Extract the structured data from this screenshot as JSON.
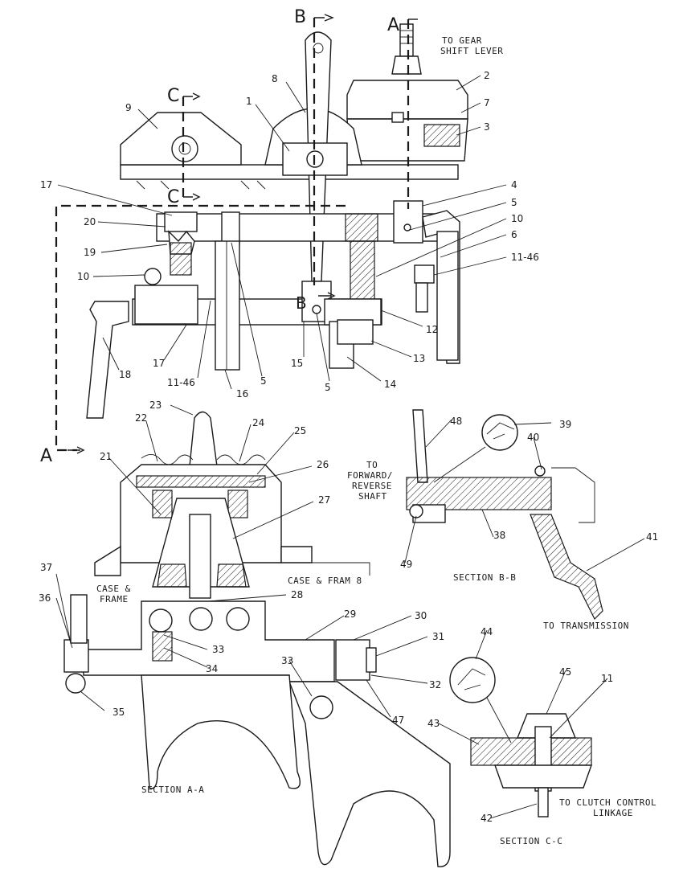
{
  "section_marks": {
    "b_top": "B",
    "a_top": "A",
    "c_top": "C",
    "c_mid": "C",
    "b_mid": "B",
    "a_left": "A"
  },
  "captions": {
    "to_gear_1": "TO GEAR",
    "to_gear_2": "SHIFT LEVER",
    "to_forward_1": "TO",
    "to_forward_2": "FORWARD/",
    "to_forward_3": "REVERSE",
    "to_forward_4": "SHAFT",
    "case_frame_left_1": "CASE &",
    "case_frame_left_2": "FRAME",
    "case_frame_right": "CASE & FRAM 8",
    "section_aa": "SECTION A-A",
    "section_bb": "SECTION B-B",
    "section_cc": "SECTION C-C",
    "to_transmission": "TO TRANSMISSION",
    "to_clutch_1": "TO CLUTCH CONTROL",
    "to_clutch_2": "LINKAGE"
  },
  "callouts": [
    {
      "id": "c2",
      "text": "2"
    },
    {
      "id": "c7",
      "text": "7"
    },
    {
      "id": "c3",
      "text": "3"
    },
    {
      "id": "c8",
      "text": "8"
    },
    {
      "id": "c1",
      "text": "1"
    },
    {
      "id": "c9",
      "text": "9"
    },
    {
      "id": "c17a",
      "text": "17"
    },
    {
      "id": "c20",
      "text": "20"
    },
    {
      "id": "c19",
      "text": "19"
    },
    {
      "id": "c10a",
      "text": "10"
    },
    {
      "id": "c18",
      "text": "18"
    },
    {
      "id": "c17b",
      "text": "17"
    },
    {
      "id": "c1146a",
      "text": "11-46"
    },
    {
      "id": "c16",
      "text": "16"
    },
    {
      "id": "c5a",
      "text": "5"
    },
    {
      "id": "c15",
      "text": "15"
    },
    {
      "id": "c5b",
      "text": "5"
    },
    {
      "id": "c14",
      "text": "14"
    },
    {
      "id": "c13",
      "text": "13"
    },
    {
      "id": "c12",
      "text": "12"
    },
    {
      "id": "c1146b",
      "text": "11-46"
    },
    {
      "id": "c6",
      "text": "6"
    },
    {
      "id": "c10b",
      "text": "10"
    },
    {
      "id": "c5c",
      "text": "5"
    },
    {
      "id": "c4",
      "text": "4"
    },
    {
      "id": "c23",
      "text": "23"
    },
    {
      "id": "c22",
      "text": "22"
    },
    {
      "id": "c24",
      "text": "24"
    },
    {
      "id": "c25",
      "text": "25"
    },
    {
      "id": "c21",
      "text": "21"
    },
    {
      "id": "c26",
      "text": "26"
    },
    {
      "id": "c27",
      "text": "27"
    },
    {
      "id": "c28",
      "text": "28"
    },
    {
      "id": "c29",
      "text": "29"
    },
    {
      "id": "c30",
      "text": "30"
    },
    {
      "id": "c31",
      "text": "31"
    },
    {
      "id": "c32",
      "text": "32"
    },
    {
      "id": "c33a",
      "text": "33"
    },
    {
      "id": "c33b",
      "text": "33"
    },
    {
      "id": "c34",
      "text": "34"
    },
    {
      "id": "c35",
      "text": "35"
    },
    {
      "id": "c36",
      "text": "36"
    },
    {
      "id": "c37",
      "text": "37"
    },
    {
      "id": "c47",
      "text": "47"
    },
    {
      "id": "c48",
      "text": "48"
    },
    {
      "id": "c39",
      "text": "39"
    },
    {
      "id": "c40",
      "text": "40"
    },
    {
      "id": "c38",
      "text": "38"
    },
    {
      "id": "c49",
      "text": "49"
    },
    {
      "id": "c41",
      "text": "41"
    },
    {
      "id": "c44",
      "text": "44"
    },
    {
      "id": "c45",
      "text": "45"
    },
    {
      "id": "c11",
      "text": "11"
    },
    {
      "id": "c43",
      "text": "43"
    },
    {
      "id": "c42",
      "text": "42"
    }
  ]
}
